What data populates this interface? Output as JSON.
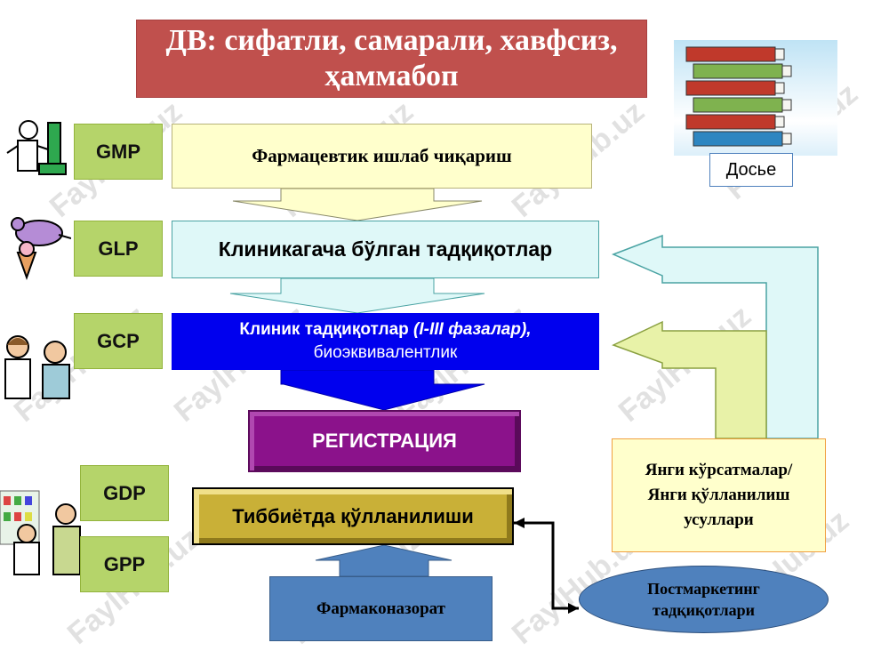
{
  "title": {
    "line1": "ДВ: сифатли, самарали, хавфсиз,",
    "line2": "ҳаммабоп"
  },
  "tags": {
    "gmp": "GMP",
    "glp": "GLP",
    "gcp": "GCP",
    "gdp": "GDP",
    "gpp": "GPP"
  },
  "boxes": {
    "production": "Фармацевтик ишлаб чиқариш",
    "preclinical": "Клиникагача бўлган тадқиқотлар",
    "clinical_main": "Клиник тадқиқотлар",
    "clinical_phases": "(I-III фазалар),",
    "clinical_sub": "биоэквивалентлик",
    "registration": "РЕГИСТРАЦИЯ",
    "medical_use": "Тиббиётда қўлланилиши",
    "pharmacovigilance": "Фармаконазорат",
    "new_indications_1": "Янги кўрсатмалар/",
    "new_indications_2": "Янги қўлланилиш",
    "new_indications_3": "усуллари",
    "postmarketing_1": "Постмаркетинг",
    "postmarketing_2": "тадқиқотлари"
  },
  "dossier": {
    "label": "Досье",
    "book_colors": [
      "#c0392b",
      "#7fb24f",
      "#c0392b",
      "#7fb24f",
      "#c0392b",
      "#2e86c1"
    ]
  },
  "watermark": "FaylHub.uz",
  "colors": {
    "title_bg": "#c0504d",
    "tag_bg": "#b5d46a",
    "clinical_bg": "#0000ee",
    "registration_bg": "#8b128b",
    "medical_use_bg": "#c9b037",
    "pharmacovigilance_bg": "#4f81bd"
  }
}
